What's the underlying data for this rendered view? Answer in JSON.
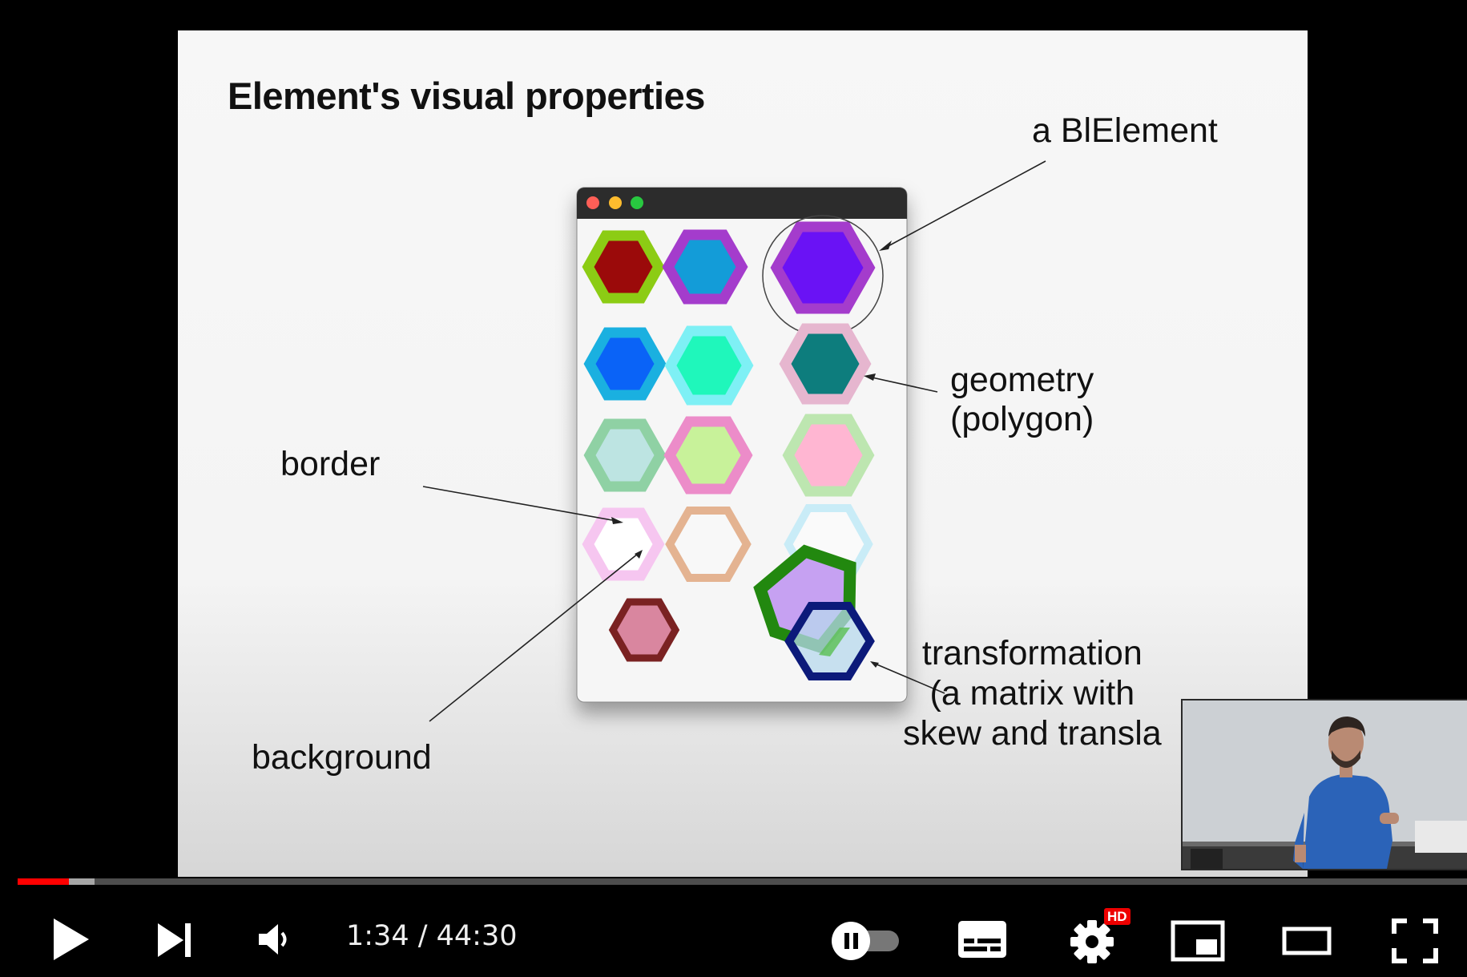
{
  "slide": {
    "title": "Element's visual properties",
    "labels": {
      "element": "a BlElement",
      "geometry": "geometry\n(polygon)",
      "border": "border",
      "background": "background",
      "transformation": "transformation\n(a matrix with\nskew and transla"
    },
    "window_dots": [
      "#ff5f57",
      "#febc2e",
      "#28c840"
    ]
  },
  "player": {
    "progress_fraction": 0.0354,
    "buffer_fraction": 0.053,
    "current_time": "1:34",
    "separator": " / ",
    "duration": "44:30",
    "time_text": "1:34 / 44:30",
    "hd_badge": "HD",
    "controls": {
      "play": "play-icon",
      "next": "skip-next-icon",
      "volume": "volume-icon",
      "autoplay": "autoplay-toggle-icon",
      "subtitles": "subtitles-icon",
      "settings": "gear-icon",
      "miniplayer": "miniplayer-icon",
      "theater": "theater-mode-icon",
      "fullscreen": "fullscreen-icon"
    },
    "accent_color": "#ff0000"
  }
}
